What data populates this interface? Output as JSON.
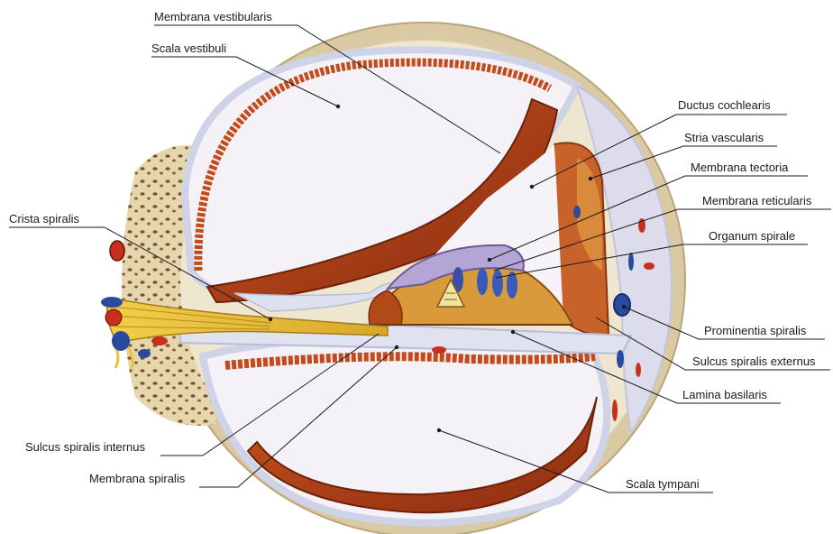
{
  "labels": {
    "membrana_vestibularis": "Membrana vestibularis",
    "scala_vestibuli": "Scala vestibuli",
    "ductus_cochlearis": "Ductus cochlearis",
    "stria_vascularis": "Stria vascularis",
    "membrana_tectoria": "Membrana tectoria",
    "crista_spiralis": "Crista spiralis",
    "membrana_reticularis": "Membrana reticularis",
    "organum_spirale": "Organum spirale",
    "prominentia_spiralis": "Prominentia spiralis",
    "sulcus_spiralis_externus": "Sulcus spiralis externus",
    "lamina_basilaris": "Lamina basilaris",
    "sulcus_spiralis_internus": "Sulcus spiralis internus",
    "membrana_spiralis": "Membrana spiralis",
    "scala_tympani": "Scala tympani"
  },
  "colors": {
    "bone": "#e8dcc0",
    "bone_pore": "#6b4a2a",
    "periosteum": "#dcdff0",
    "epithelium": "#b8451a",
    "muscle_dark": "#8e2a10",
    "nerve": "#e8c23a",
    "vessel_blue": "#2a4aa0",
    "vessel_red": "#c8301e",
    "stria": "#d98a3a"
  }
}
